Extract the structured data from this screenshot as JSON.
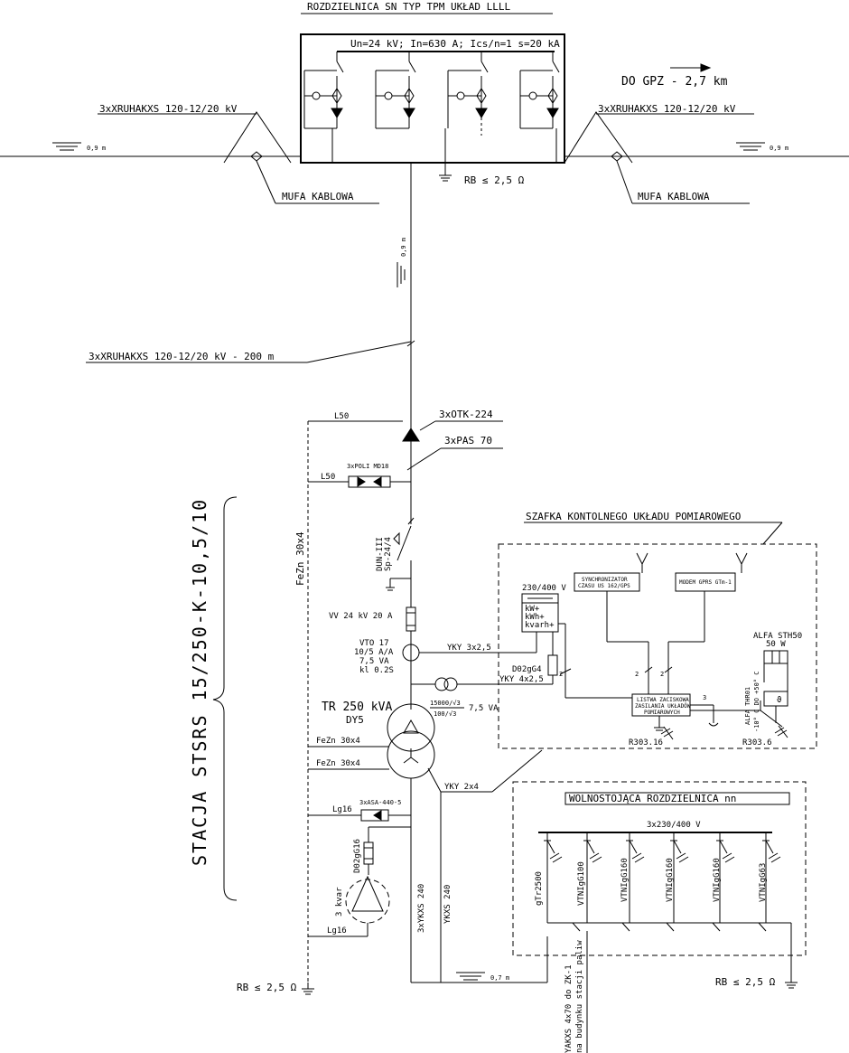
{
  "switchgear": {
    "title": "ROZDZIELNICA SN TYP TPM UKŁAD LLLL",
    "ratings": "Un=24 kV; In=630 A; Ics/n=1 s=20 kA"
  },
  "direction": "DO GPZ - 2,7 km",
  "cables": {
    "left_incoming": "3xXRUHAKXS 120-12/20 kV",
    "right_incoming": "3xXRUHAKXS 120-12/20 kV",
    "depth_left": "0,9 m",
    "depth_right": "0,9 m",
    "joint_left": "MUFA KABLOWA",
    "joint_right": "MUFA KABLOWA",
    "earthing_top": "RB ≤ 2,5 Ω",
    "vertical_depth": "0,9 m",
    "run_200m": "3xXRUHAKXS 120-12/20 kV - 200 m"
  },
  "station": {
    "name": "STACJA STSRS 15/250-K-10,5/10",
    "cable_heads": "3xOTK-224",
    "surge_arresters": "3xPAS 70",
    "poli": "3xPOLI MD18",
    "l50_top": "L50",
    "l50_mid": "L50",
    "fezn_vertical": "FeZn 30x4",
    "disconnector_name": "DUN-III",
    "disconnector_type": "Sp-24/4",
    "fuse": "VV 24 kV 20 A",
    "vt_lines": [
      "VTO 17",
      "10/5 A/A",
      "7,5 VA",
      "kl 0.2S"
    ],
    "ct_ratio_top": "15000/√3",
    "ct_ratio_bottom": "100/√3",
    "ct_va": "7,5 VA",
    "transformer": "TR 250 kVA",
    "vector_group": "DY5",
    "fezn_1": "FeZn 30x4",
    "fezn_2": "FeZn 30x4",
    "yky2x4": "YKY 2x4",
    "asa": "3xASA-440-5",
    "lg16_top": "Lg16",
    "lg16_bottom": "Lg16",
    "capacitor_fuse": "D02gG16",
    "capacitor": "3 kvar",
    "cable_3xykxs": "3xYKXS 240",
    "cable_ykxs": "YKXS 240",
    "depth_bottom": "0,7 m",
    "earthing_bottom_left": "RB ≤ 2,5 Ω"
  },
  "metering": {
    "title": "SZAFKA KONTOLNEGO UKŁADU POMIAROWEGO",
    "meter_voltage": "230/400 V",
    "meter_lines": [
      "kW+",
      "kWh+",
      "kvarh+"
    ],
    "sync_lines": [
      "SYNCHRONIZATOR",
      "CZASU US 162/GPS"
    ],
    "modem": "MODEM GPRS GTm-1",
    "yky3x25": "YKY 3x2,5",
    "yky4x25": "YKY 4x2,5",
    "fuse": "D02gG4",
    "strip_lines": [
      "LISTWA ZACISKOWA",
      "ZASILANIA UKŁADÓW",
      "POMIAROWYCH"
    ],
    "heater": "ALFA STH50",
    "heater_power": "50 W",
    "thermostat_lines": [
      "ALFA THR01",
      "-10° C DO +50° C"
    ],
    "r303_16": "R303.16",
    "r303_6": "R303.6",
    "count_2a": "2",
    "count_2b": "2",
    "count_2c": "2",
    "count_3": "3"
  },
  "lv": {
    "title": "WOLNOSTOJĄCA ROZDZIELNICA nn",
    "busbar": "3x230/400 V",
    "feeders": [
      "gTr2500",
      "VTNIgG100",
      "VTNIgG160",
      "VTNIgG160",
      "VTNIgG160",
      "VTNIgG63"
    ],
    "earthing_right": "RB ≤ 2,5 Ω",
    "outgoing_1": "YAKXS 4x70 do ZK-1",
    "outgoing_2": "na budynku stacji paliw"
  }
}
